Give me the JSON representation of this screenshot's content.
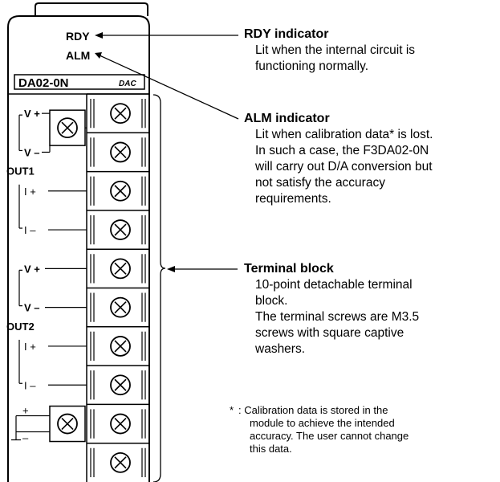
{
  "module": {
    "model": "DA02-0N",
    "type_tag": "DAC",
    "rdy_label": "RDY",
    "alm_label": "ALM",
    "groups": [
      {
        "name": "OUT1",
        "terminals": [
          "V +",
          "V –",
          "I +",
          "I –"
        ]
      },
      {
        "name": "OUT2",
        "terminals": [
          "V +",
          "V –",
          "I +",
          "I –"
        ]
      }
    ],
    "power_terminals": [
      "+",
      "–"
    ]
  },
  "callouts": [
    {
      "title": "RDY indicator",
      "body": [
        "Lit when the internal circuit is",
        "functioning normally."
      ]
    },
    {
      "title": "ALM indicator",
      "body": [
        "Lit when calibration data* is lost.",
        "In such a case, the F3DA02-0N",
        "will carry out D/A conversion but",
        "not satisfy the accuracy",
        "requirements."
      ]
    },
    {
      "title": "Terminal block",
      "body": [
        "10-point detachable terminal",
        "block.",
        "The terminal screws are M3.5",
        "screws with square captive",
        "washers."
      ]
    }
  ],
  "note": {
    "mark": "*",
    "lines": [
      ": Calibration data is stored in the",
      "module to achieve the intended",
      "accuracy.  The user cannot change",
      "this data."
    ]
  }
}
